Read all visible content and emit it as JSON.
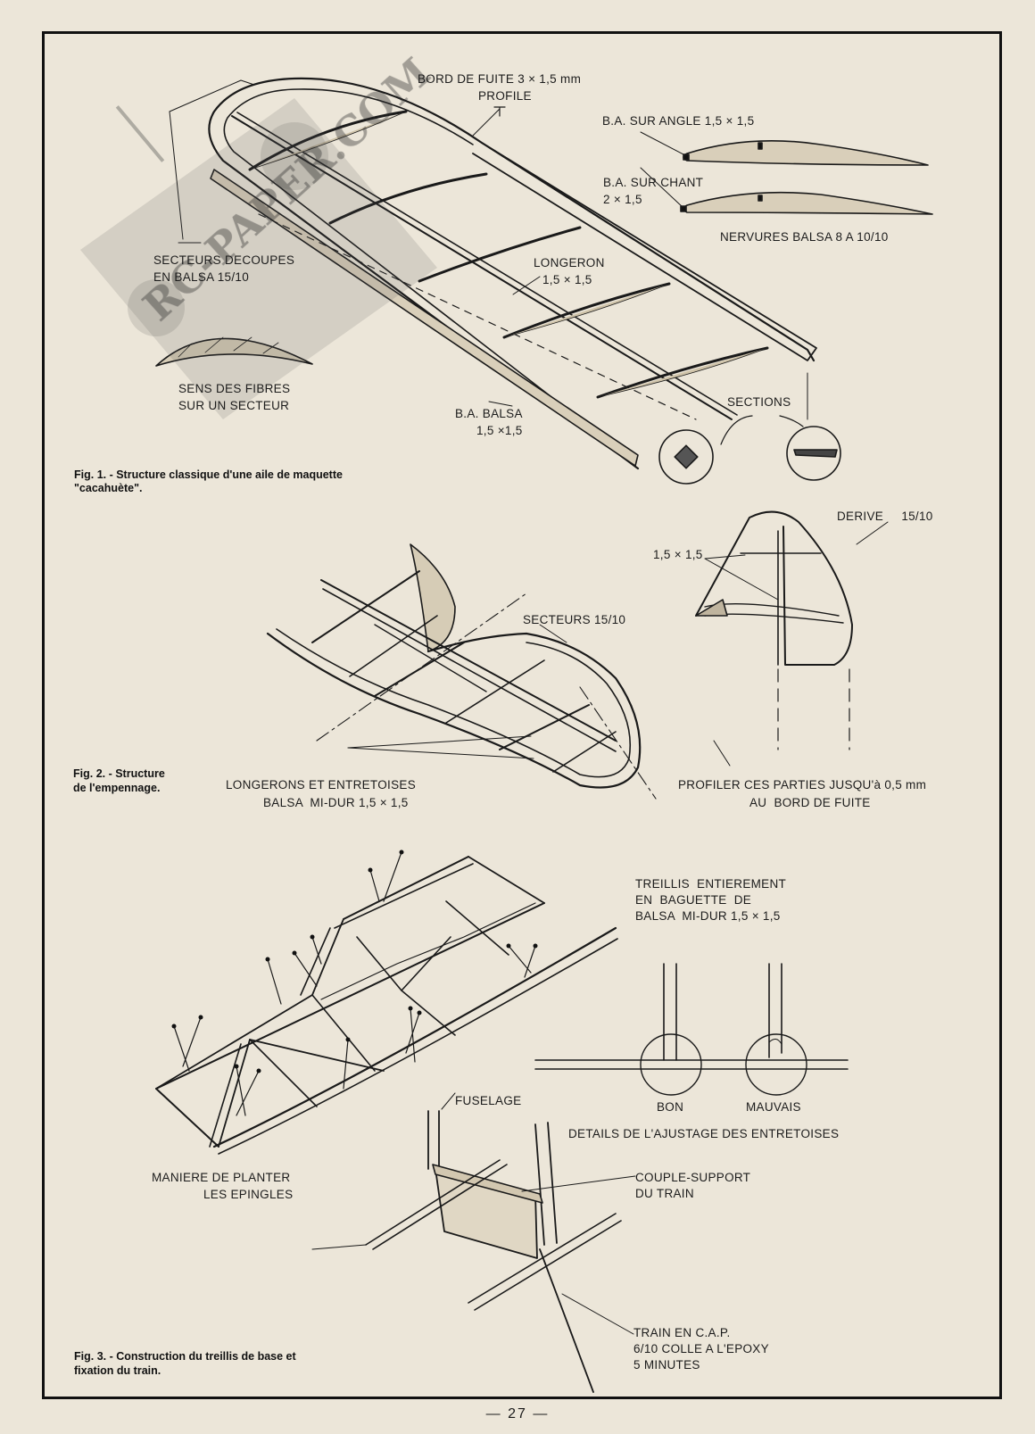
{
  "watermark": "RC-PAPER.COM",
  "fig1": {
    "caption": "Fig. 1. - Structure classique d'une aile de maquette \"cacahuète\".",
    "trailing_edge": [
      "BORD DE FUITE 3 × 1,5 mm",
      "PROFILE"
    ],
    "le_angle": "B.A. SUR ANGLE 1,5 × 1,5",
    "le_chant": [
      "B.A. SUR CHANT",
      "2 × 1,5"
    ],
    "ribs": "NERVURES BALSA 8 A 10/10",
    "sectors": [
      "SECTEURS DECOUPES",
      "EN BALSA 15/10"
    ],
    "spar": [
      "LONGERON",
      "1,5 × 1,5"
    ],
    "grain": [
      "SENS DES FIBRES",
      "SUR UN SECTEUR"
    ],
    "le_balsa": [
      "B.A. BALSA",
      "1,5 ×1,5"
    ],
    "sections": "SECTIONS"
  },
  "fig2": {
    "caption": [
      "Fig. 2. - Structure",
      "de l'empennage."
    ],
    "fin": "DERIVE     15/10",
    "fin_size": "1,5 × 1,5",
    "sectors": "SECTEURS 15/10",
    "spars": [
      "LONGERONS ET ENTRETOISES",
      "BALSA  MI-DUR 1,5 × 1,5"
    ],
    "profile": [
      "PROFILER CES PARTIES JUSQU'à 0,5 mm",
      "AU  BORD DE FUITE"
    ]
  },
  "fig3": {
    "caption": [
      "Fig. 3. - Construction du treillis de base et",
      "fixation du train."
    ],
    "lattice": [
      "TREILLIS  ENTIEREMENT",
      "EN  BAGUETTE  DE",
      "BALSA  MI-DUR 1,5 × 1,5"
    ],
    "good": "BON",
    "bad": "MAUVAIS",
    "details": "DETAILS DE L'AJUSTAGE DES ENTRETOISES",
    "fuselage": "FUSELAGE",
    "pins": [
      "MANIERE DE PLANTER",
      "LES EPINGLES"
    ],
    "support": [
      "COUPLE-SUPPORT",
      "DU TRAIN"
    ],
    "gear": [
      "TRAIN EN C.A.P.",
      "6/10 COLLE A L'EPOXY",
      "5 MINUTES"
    ]
  },
  "page_number": "— 27 —"
}
